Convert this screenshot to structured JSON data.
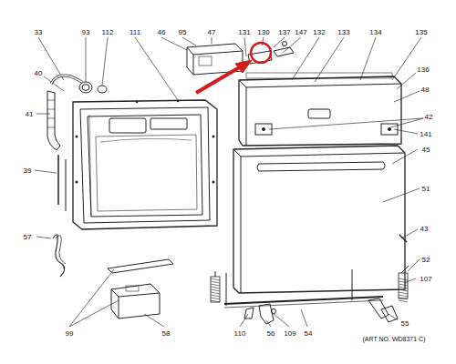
{
  "diagram": {
    "labels": [
      "33",
      "93",
      "112",
      "111",
      "46",
      "95",
      "47",
      "131",
      "130",
      "137",
      "147",
      "132",
      "133",
      "134",
      "135",
      "40",
      "136",
      "48",
      "41",
      "42",
      "141",
      "45",
      "39",
      "51",
      "43",
      "57",
      "52",
      "107",
      "55",
      "99",
      "58",
      "110",
      "56",
      "109",
      "54",
      "(ART NO. WD8371 C)"
    ]
  }
}
